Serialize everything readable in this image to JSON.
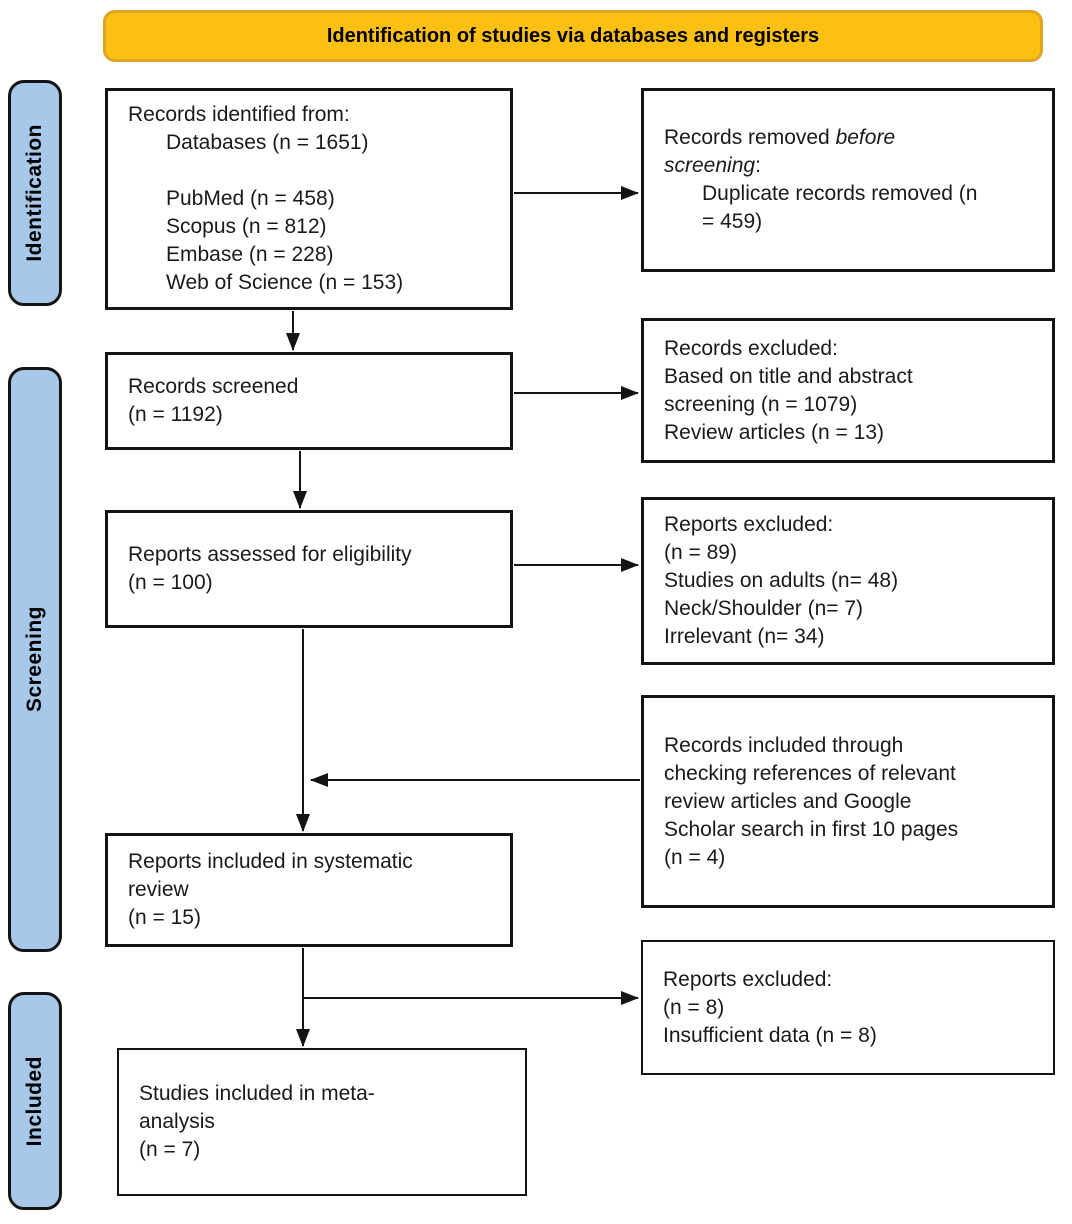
{
  "title": "Identification of studies via databases and registers",
  "colors": {
    "banner_fill": "#FCC013",
    "banner_border": "#E0A424",
    "stage_fill": "#A8C8E9",
    "stage_border": "#141414",
    "box_border": "#141414",
    "box_fill": "#FFFFFF",
    "arrow": "#141414"
  },
  "stages": [
    {
      "label": "Identification"
    },
    {
      "label": "Screening"
    },
    {
      "label": "Included"
    }
  ],
  "boxes": {
    "records_identified": {
      "lines": [
        "Records identified from:",
        "Databases (n = 1651)",
        "",
        "PubMed (n = 458)",
        "Scopus (n = 812)",
        "Embase (n = 228)",
        "Web of Science (n = 153)"
      ]
    },
    "records_removed": {
      "line1_normal": "Records removed ",
      "line1_italic": "before",
      "line2_italic": "screening",
      "line2_normal": ":",
      "item_line1": "Duplicate records removed (n",
      "item_line2": "= 459)"
    },
    "records_screened": {
      "lines": [
        "Records screened",
        "(n = 1192)"
      ]
    },
    "records_excluded": {
      "lines": [
        "Records excluded:",
        "Based on title and abstract",
        "screening (n = 1079)",
        "Review articles (n = 13)"
      ]
    },
    "reports_assessed": {
      "lines": [
        "Reports assessed for eligibility",
        "(n = 100)"
      ]
    },
    "reports_excluded_eligibility": {
      "lines": [
        "Reports excluded:",
        "(n = 89)",
        "Studies on adults (n= 48)",
        "Neck/Shoulder (n= 7)",
        "Irrelevant (n= 34)"
      ]
    },
    "records_included_references": {
      "lines": [
        "Records included through",
        "checking references of relevant",
        "review articles and Google",
        "Scholar search in first 10 pages",
        "(n = 4)"
      ]
    },
    "reports_included_systematic": {
      "lines": [
        "Reports included in systematic",
        "review",
        "(n = 15)"
      ]
    },
    "reports_excluded_final": {
      "lines": [
        "Reports excluded:",
        "(n = 8)",
        "Insufficient data (n = 8)"
      ]
    },
    "studies_included_meta": {
      "lines": [
        "Studies included in meta-",
        "analysis",
        "(n = 7)"
      ]
    }
  }
}
